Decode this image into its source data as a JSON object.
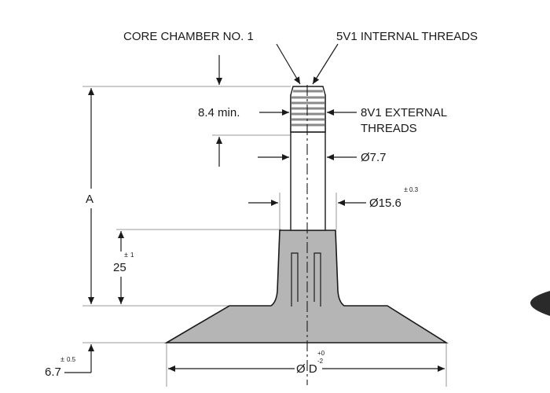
{
  "labels": {
    "core_chamber": "CORE CHAMBER NO. 1",
    "internal_threads": "5V1 INTERNAL THREADS",
    "min_length": "8.4 min.",
    "external_threads_line1": "8V1 EXTERNAL",
    "external_threads_line2": "THREADS",
    "stem_diameter": "Ø7.7",
    "collar_diameter": "Ø15.6",
    "collar_tol_plus": "±",
    "collar_tol_value": "0.3",
    "height_label": "A",
    "base_height": "25",
    "base_tol_plus": "±",
    "base_tol_value": "1",
    "flange_thickness": "6.7",
    "flange_tol_plus": "±",
    "flange_tol_value": "0.5",
    "base_diameter": "Ø D",
    "base_tol_upper": "+0",
    "base_tol_lower": "-2"
  },
  "colors": {
    "line": "#1a1a1a",
    "body_fill": "#b5b5b5",
    "stem_fill": "#ffffff",
    "thread_fill": "#8a8a8a"
  }
}
